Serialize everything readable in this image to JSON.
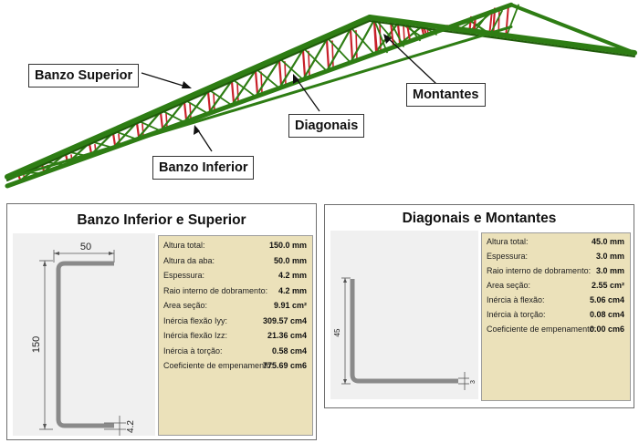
{
  "labels": {
    "banzo_superior": "Banzo Superior",
    "banzo_inferior": "Banzo Inferior",
    "diagonais": "Diagonais",
    "montantes": "Montantes"
  },
  "colors": {
    "chord": "#2e7d14",
    "chord_dark": "#1f5a0a",
    "web": "#c8202a",
    "panel_drawing_bg": "#f0f0f0",
    "props_bg": "#ebe1ba",
    "profile": "#8a8a8a"
  },
  "panel_left": {
    "title": "Banzo Inferior e Superior",
    "dims": {
      "width": "50",
      "height": "150",
      "thickness": "4.2"
    },
    "properties": [
      {
        "label": "Altura total:",
        "value": "150.0 mm"
      },
      {
        "label": "Altura da aba:",
        "value": "50.0 mm"
      },
      {
        "label": "Espessura:",
        "value": "4.2 mm"
      },
      {
        "label": "Raio interno de dobramento:",
        "value": "4.2 mm"
      },
      {
        "label": "Area seção:",
        "value": "9.91 cm²"
      },
      {
        "label": "Inércia flexão Iyy:",
        "value": "309.57 cm4"
      },
      {
        "label": "Inércia flexão Izz:",
        "value": "21.36 cm4"
      },
      {
        "label": "Inércia à torção:",
        "value": "0.58 cm4"
      },
      {
        "label": "Coeficiente de empenamento:",
        "value": "775.69 cm6"
      }
    ]
  },
  "panel_right": {
    "title": "Diagonais e Montantes",
    "dims": {
      "height": "45",
      "thickness": "3"
    },
    "properties": [
      {
        "label": "Altura total:",
        "value": "45.0 mm"
      },
      {
        "label": "Espessura:",
        "value": "3.0 mm"
      },
      {
        "label": "Raio interno de dobramento:",
        "value": "3.0 mm"
      },
      {
        "label": "Area seção:",
        "value": "2.55 cm²"
      },
      {
        "label": "Inércia à flexão:",
        "value": "5.06 cm4"
      },
      {
        "label": "Inércia à torção:",
        "value": "0.08 cm4"
      },
      {
        "label": "Coeficiente de empenamento:",
        "value": "0.00 cm6"
      }
    ]
  }
}
